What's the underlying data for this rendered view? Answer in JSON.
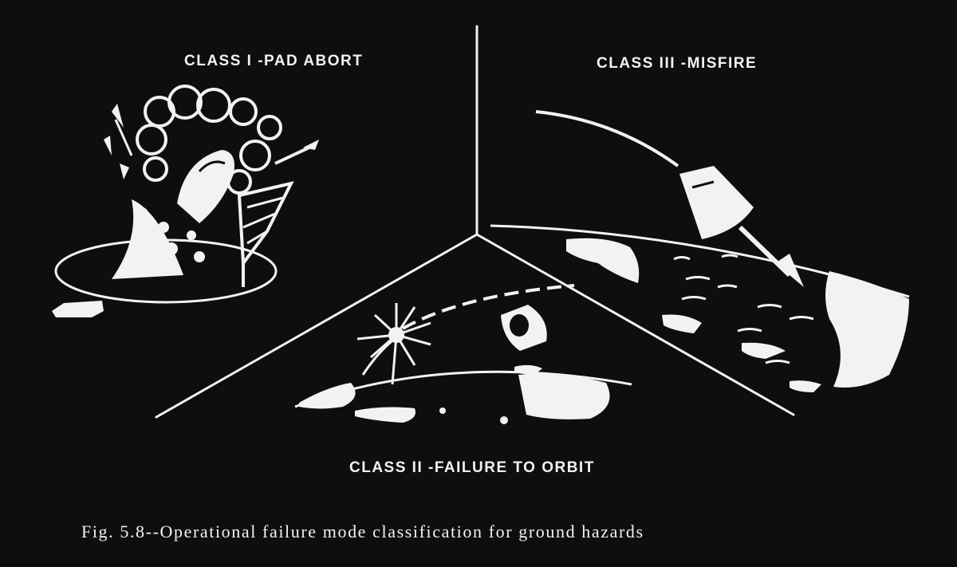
{
  "figure": {
    "panels": [
      {
        "id": "class-1",
        "label": "CLASS I -PAD ABORT"
      },
      {
        "id": "class-3",
        "label": "CLASS III -MISFIRE"
      },
      {
        "id": "class-2",
        "label": "CLASS II -FAILURE TO ORBIT"
      }
    ],
    "caption": "Fig. 5.8--Operational failure mode classification for ground hazards"
  },
  "colors": {
    "background": "#0e0e0e",
    "ink": "#f2f2f2"
  }
}
